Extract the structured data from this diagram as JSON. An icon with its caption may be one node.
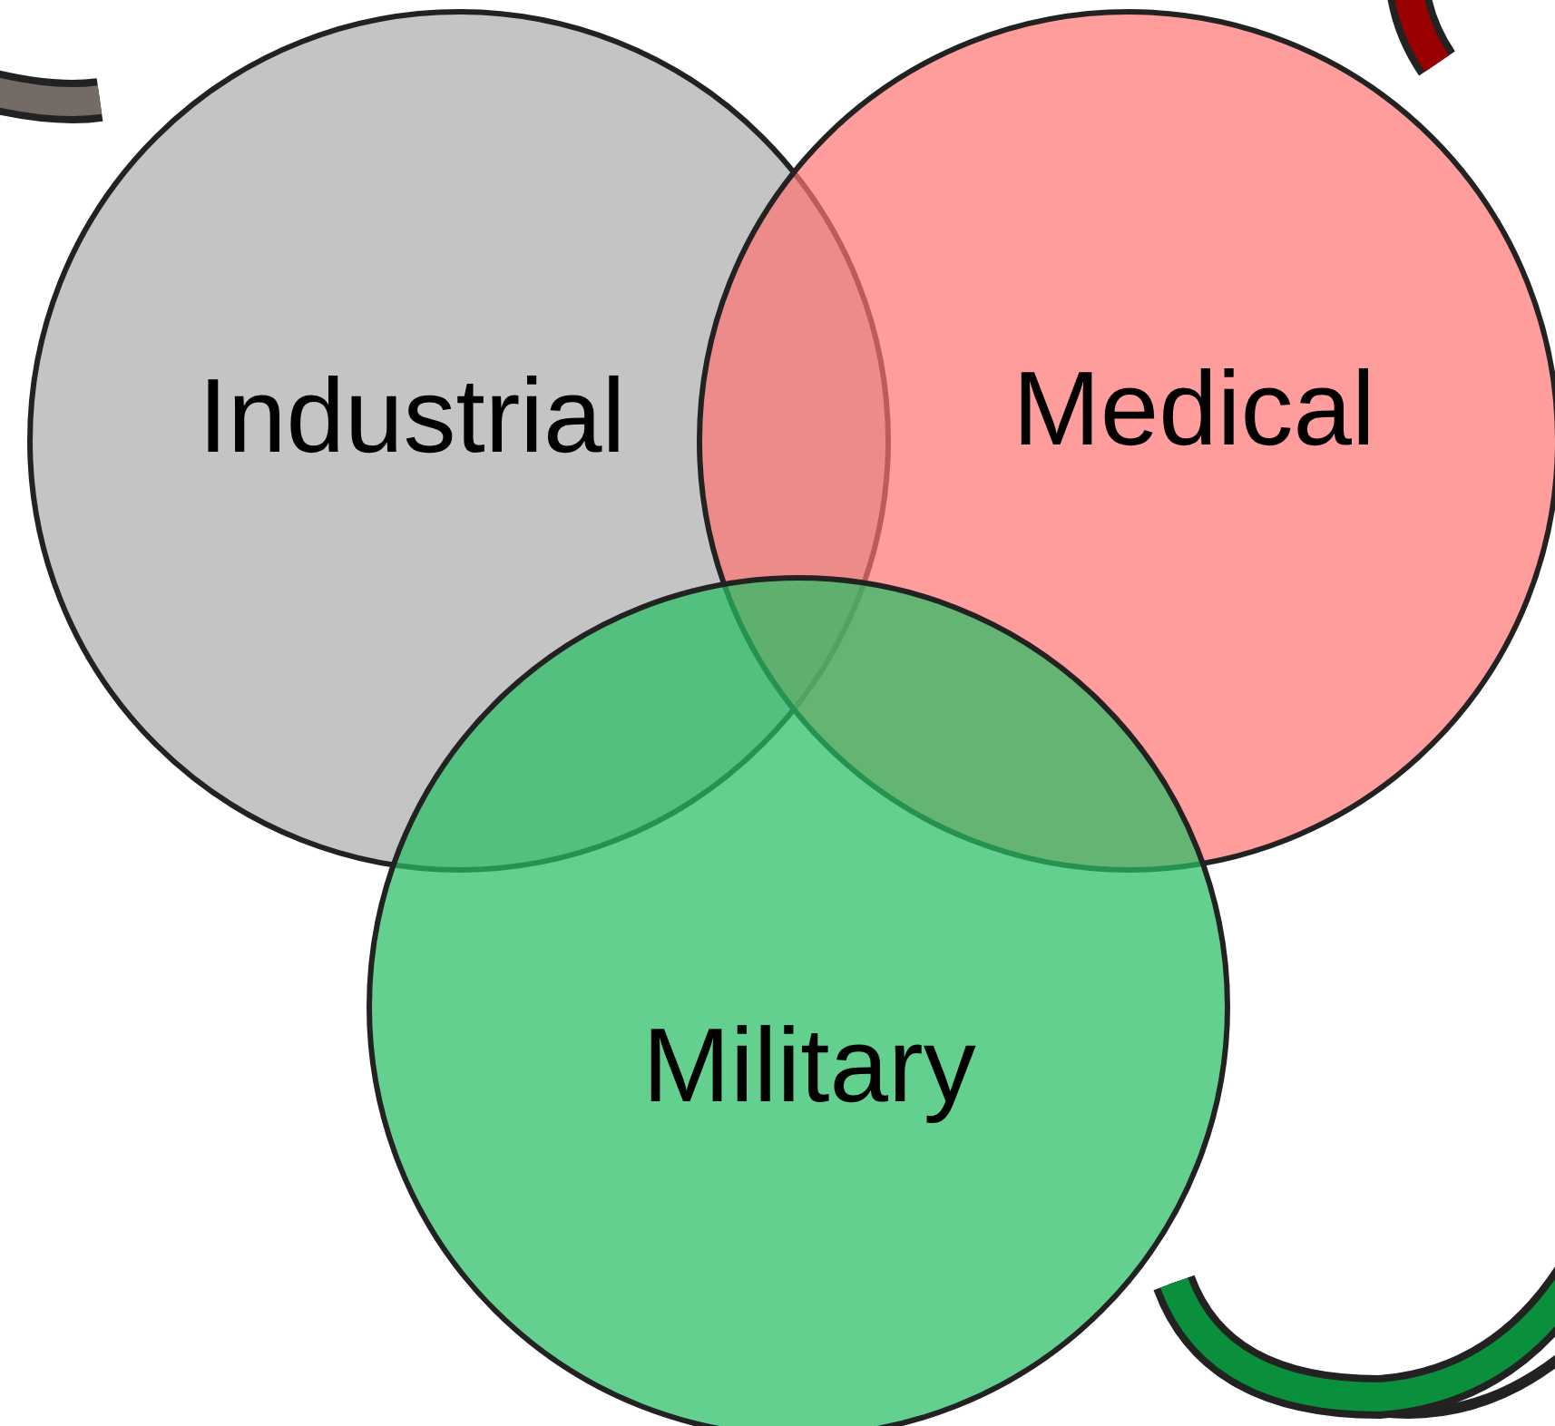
{
  "diagram": {
    "nodes": [
      {
        "text": [
          "Industrial"
        ]
      },
      {
        "text": [
          "Medical"
        ]
      },
      {
        "text": [
          "Military"
        ]
      }
    ]
  }
}
